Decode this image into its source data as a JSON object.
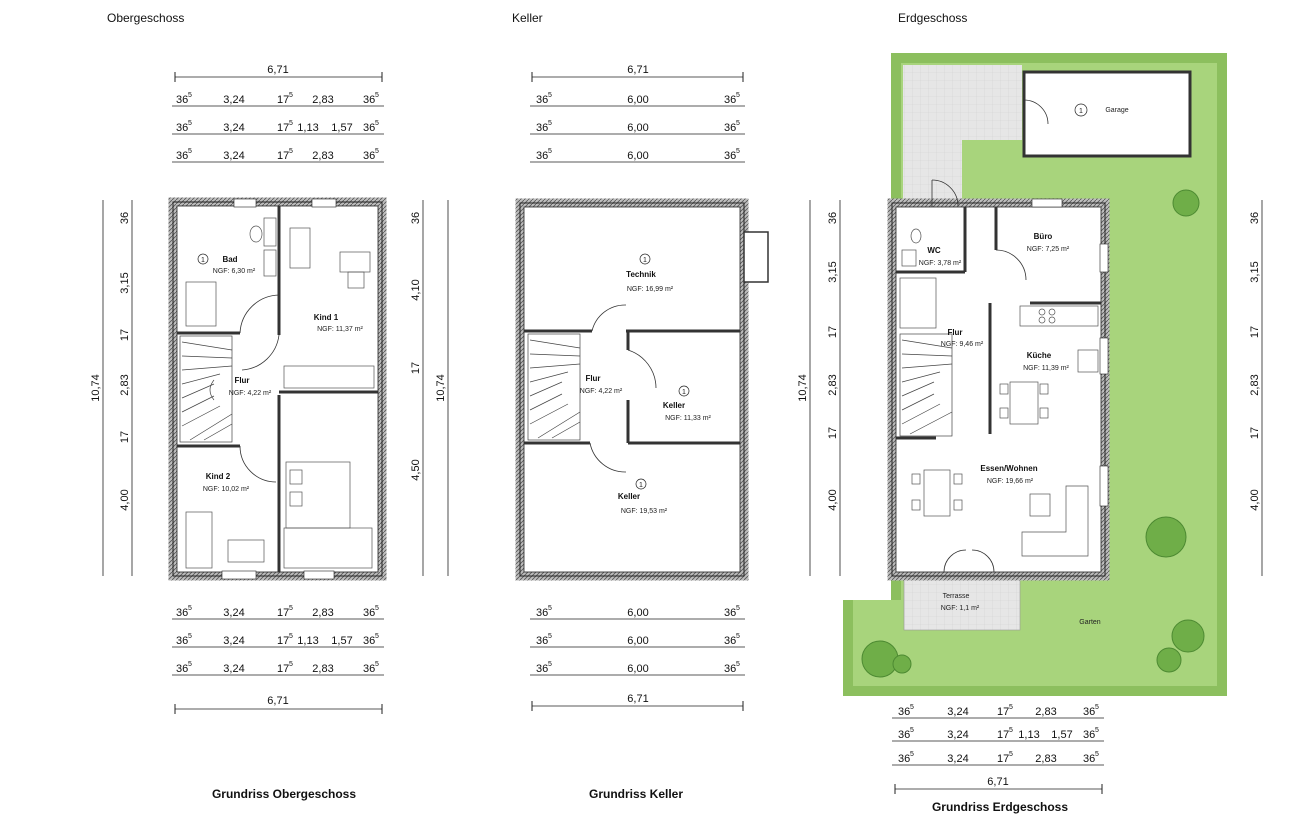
{
  "floors": {
    "obergeschoss": {
      "label": "Obergeschoss",
      "caption": "Grundriss Obergeschoss",
      "rooms": [
        {
          "name": "Bad",
          "area": "NGF: 6,30 m²",
          "marker": "1"
        },
        {
          "name": "Kind 1",
          "area": "NGF: 11,37 m²"
        },
        {
          "name": "Flur",
          "area": "NGF: 4,22 m²"
        },
        {
          "name": "Kind 2",
          "area": "NGF: 10,02 m²"
        }
      ]
    },
    "keller": {
      "label": "Keller",
      "caption": "Grundriss Keller",
      "rooms": [
        {
          "name": "Technik",
          "area": "NGF: 16,99 m²",
          "marker": "1"
        },
        {
          "name": "Flur",
          "area": "NGF: 4,22 m²"
        },
        {
          "name": "Keller",
          "area": "NGF: 11,33 m²",
          "marker": "1"
        },
        {
          "name": "Keller",
          "area": "NGF: 19,53 m²",
          "marker": "1"
        }
      ]
    },
    "erdgeschoss": {
      "label": "Erdgeschoss",
      "caption": "Grundriss Erdgeschoss",
      "rooms": [
        {
          "name": "Garage",
          "marker": "1"
        },
        {
          "name": "WC",
          "area": "NGF: 3,78 m²"
        },
        {
          "name": "Büro",
          "area": "NGF: 7,25 m²"
        },
        {
          "name": "Flur",
          "area": "NGF: 9,46 m²"
        },
        {
          "name": "Küche",
          "area": "NGF: 11,39 m²"
        },
        {
          "name": "Essen/Wohnen",
          "area": "NGF: 19,66 m²"
        },
        {
          "name": "Terrasse",
          "area": "NGF: 1,1 m²"
        },
        {
          "name": "Garten"
        }
      ]
    }
  },
  "dimensions": {
    "total_width": "6,71",
    "total_depth": "10,74",
    "wall": "36",
    "wall_sup": "5",
    "inner_wall": "17",
    "inner_wall_sup": "5",
    "w_324": "3,24",
    "w_283": "2,83",
    "w_113": "1,13",
    "w_157": "1,57",
    "w_600": "6,00",
    "d_315": "3,15",
    "d_283": "2,83",
    "d_400": "4,00",
    "d_410": "4,10",
    "d_450": "4,50"
  },
  "colors": {
    "wall": "#3a3a3a",
    "lawn": "#a8d47c",
    "hedge": "#8cbf5e",
    "paving": "#e4e4e4"
  }
}
